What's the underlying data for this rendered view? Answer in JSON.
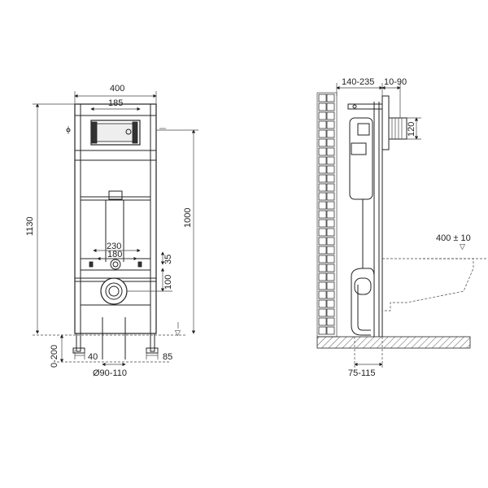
{
  "front_view": {
    "dims": {
      "width": "400",
      "inner_width": "185",
      "total_height": "1130",
      "height_1000": "1000",
      "spacing_230": "230",
      "spacing_180": "180",
      "offset_35": "35",
      "offset_100": "100",
      "foot_adjust": "0-200",
      "foot_40": "40",
      "foot_85": "85",
      "drain_diameter": "Ø90-110"
    }
  },
  "side_view": {
    "dims": {
      "depth": "140-235",
      "offset": "10-90",
      "pipe_height": "120",
      "bowl_height": "400 ± 10",
      "drain_offset": "75-115"
    }
  },
  "colors": {
    "line": "#222222",
    "fill": "#333333"
  }
}
